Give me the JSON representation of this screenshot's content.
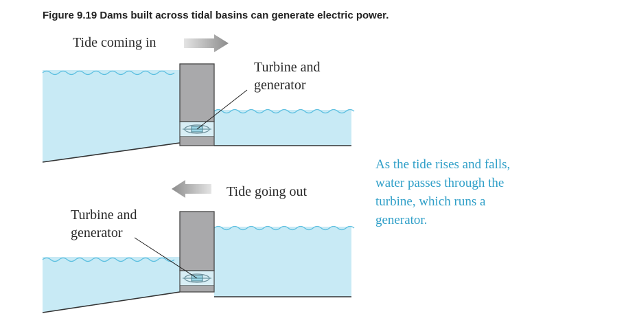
{
  "caption": "Figure 9.19 Dams built across tidal basins can generate electric power.",
  "panel_in": {
    "direction_label": "Tide coming in",
    "turbine_label_line1": "Turbine and",
    "turbine_label_line2": "generator"
  },
  "panel_out": {
    "direction_label": "Tide going out",
    "turbine_label_line1": "Turbine and",
    "turbine_label_line2": "generator"
  },
  "explanation": [
    "As the tide rises and falls,",
    "water passes through the",
    "turbine, which runs a",
    "generator."
  ],
  "colors": {
    "water": "#c8eaf5",
    "wave": "#5cbfe0",
    "dam": "#a9a9ab",
    "arrow": "#9a9a9a",
    "explanation_text": "#2f9fc8"
  }
}
